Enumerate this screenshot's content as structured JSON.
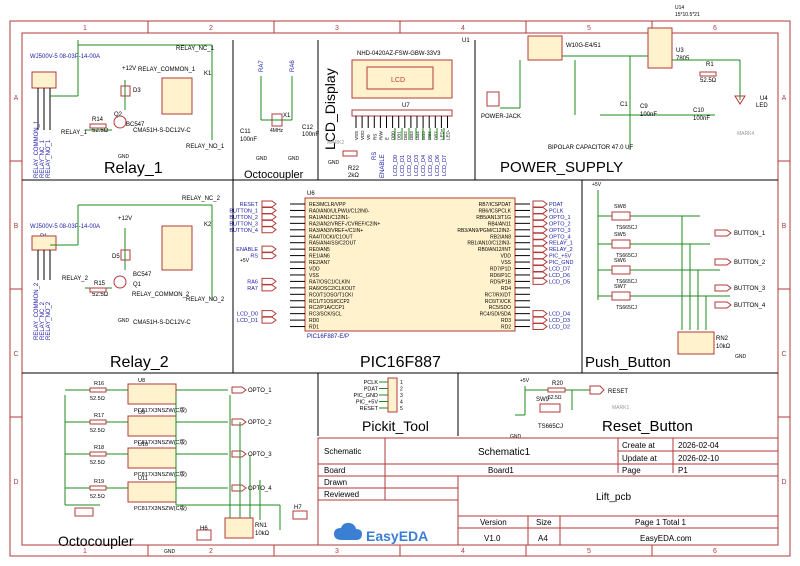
{
  "border": {
    "cols": [
      "1",
      "2",
      "3",
      "4",
      "5",
      "6"
    ],
    "rows": [
      "A",
      "B",
      "C",
      "D"
    ]
  },
  "sections": {
    "relay1": "Relay_1",
    "octocoupler_top": "Octocoupler",
    "lcd_display": "LCD_Display",
    "power_supply": "POWER_SUPPLY",
    "relay2": "Relay_2",
    "pic": "PIC16F887",
    "push_button": "Push_Button",
    "octocoupler_bottom": "Octocoupler",
    "pickit_tool": "Pickit_Tool",
    "reset_button": "Reset_Button"
  },
  "relay1": {
    "connector_ref": "P2",
    "connector_part": "WJ500V-5 08-03P-14-00A",
    "pins": [
      "RELAY_COMMON_1",
      "RELAY_NC_1",
      "RELAY_NO_1"
    ],
    "relay_nc": "RELAY_NC_1",
    "relay_common": "RELAY_COMMON_1",
    "relay_no": "RELAY_NO_1",
    "relay_ref": "K1",
    "relay_part": "CMA51H-S-DC12V-C",
    "vcc": "+12V",
    "diode": "D3",
    "transistor_ref": "Q2",
    "transistor_part": "BC547",
    "resistor_ref": "R14",
    "resistor_val": "52.5Ω",
    "net_in": "RELAY_1",
    "gnd": "GND"
  },
  "relay2": {
    "connector_ref": "P1",
    "connector_part": "WJ500V-5 08-03P-14-00A",
    "pins": [
      "RELAY_COMMON_2",
      "RELAY_NC_2",
      "RELAY_NO_2"
    ],
    "relay_nc": "RELAY_NC_2",
    "relay_common": "RELAY_COMMON_2",
    "relay_no": "RELAY_NO_2",
    "relay_ref": "K2",
    "relay_part": "CMA51H-S-DC12V-C",
    "vcc": "+12V",
    "diode": "D5",
    "transistor_ref": "Q1",
    "transistor_part": "BC547",
    "resistor_ref": "R15",
    "resistor_val": "52.5Ω",
    "net_in": "RELAY_2",
    "gnd": "GND"
  },
  "osc": {
    "ra7": "RA7",
    "ra6": "RA6",
    "c11_ref": "C11",
    "c11_val": "100nF",
    "c12_ref": "C12",
    "c12_val": "100nF",
    "x1_ref": "X1",
    "x1_val": "4MHz",
    "gnd": "GND"
  },
  "lcd": {
    "part": "NHD-0420AZ-FSW-GBW-33V3",
    "ref": "U1",
    "body": "LCD",
    "connector": "U7",
    "pins": [
      "VSS",
      "VDD",
      "V0",
      "RS",
      "R/W",
      "E",
      "DB0",
      "DB1",
      "DB2",
      "DB3",
      "DB4",
      "DB5",
      "DB6",
      "DB7",
      "LED+",
      "LED-"
    ],
    "nets": [
      "LCD_D0",
      "LCD_D1",
      "LCD_D2",
      "LCD_D3",
      "LCD_D4",
      "LCD_D5",
      "LCD_D6",
      "LCD_D7"
    ],
    "rs": "RS",
    "enable": "ENABLE",
    "pot_ref": "R22",
    "pot_val": "2kΩ",
    "marker": "MARK2",
    "gnd": "GND"
  },
  "power": {
    "u14_ref": "U14",
    "u14_val": "15*10.5*21",
    "bridge_part": "W10G-E4/51",
    "reg_ref": "U3",
    "reg_part": "7805",
    "jack_label": "POWER-JACK",
    "c1": "C1",
    "c9_ref": "C9",
    "c9_val": "100nF",
    "c10_ref": "C10",
    "c10_val": "100nF",
    "r1_ref": "R1",
    "r1_val": "52.5Ω",
    "led_ref": "U4",
    "led_part": "LED",
    "cap_note": "BIPOLAR CAPACITOR 47.0 UF",
    "marker": "MARK4",
    "gnd": "GND",
    "net": "+12V"
  },
  "pic": {
    "ref": "U6",
    "part": "PIC16F887-E/P",
    "nets_left": [
      "RESET",
      "BUTTON_1",
      "BUTTON_2",
      "BUTTON_3",
      "BUTTON_4",
      "",
      "",
      "ENABLE",
      "RS",
      "",
      "",
      "",
      "RA6",
      "RA7",
      "",
      "",
      "",
      "LCD_D0",
      "LCD_D1"
    ],
    "pins_left": [
      "RE3/MCLR/VPP",
      "RA0/AN0/ULPWU/C12IN0-",
      "RA1/AN1/C12IN1-",
      "RA2/AN2/VREF-/CVREF/C2IN+",
      "RA3/AN3/VREF+/C1IN+",
      "RA4/T0CKI/C1OUT",
      "RA5/AN4/SS/C2OUT",
      "RE0/AN5",
      "RE1/AN6",
      "RE2/AN7",
      "VDD",
      "VSS",
      "RA7/OSC1/CLKIN",
      "RA6/OSC2/CLKOUT",
      "RC0/T1OSO/T1CKI",
      "RC1/T1OSI/CCP2",
      "RC2/P1A/CCP1",
      "RC3/SCK/SCL",
      "RD0",
      "RD1"
    ],
    "pins_right": [
      "RB7/ICSPDAT",
      "RB6/ICSPCLK",
      "RB5/AN13/T1G",
      "RB4/AN11",
      "RB3/AN9/PGM/C12IN2-",
      "RB2/AN8",
      "RB1/AN10/C12IN3-",
      "RB0/AN12/INT",
      "VDD",
      "VSS",
      "RD7/P1D",
      "RD6/P1C",
      "RD5/P1B",
      "RD4",
      "RC7/RX/DT",
      "RC6/TX/CK",
      "RC5/SDO",
      "RC4/SDI/SDA",
      "RD3",
      "RD2"
    ],
    "nets_right": [
      "PDAT",
      "PCLK",
      "OPTO_1",
      "OPTO_2",
      "OPTO_3",
      "OPTO_4",
      "RELAY_1",
      "RELAY_2",
      "PIC_+5V",
      "PIC_GND",
      "LCD_D7",
      "LCD_D6",
      "LCD_D5",
      "",
      "",
      "",
      "",
      "LCD_D4",
      "LCD_D3",
      "LCD_D2"
    ],
    "vdd_net": "+5V",
    "gnd": "GND"
  },
  "push": {
    "vcc": "+5V",
    "part": "TS665CJ",
    "switches": [
      "SW8",
      "SW5",
      "SW6",
      "SW7"
    ],
    "nets": [
      "BUTTON_1",
      "BUTTON_2",
      "BUTTON_3",
      "BUTTON_4"
    ],
    "rn_ref": "RN2",
    "rn_val": "10kΩ",
    "gnd": "GND"
  },
  "opto": {
    "rows": [
      {
        "u": "U8",
        "part": "PC817X3NSZW(C版)",
        "r": "R16",
        "rv": "52.5Ω",
        "net": "OPTO_1"
      },
      {
        "u": "U9",
        "part": "PC817X3NSZW(C版)",
        "r": "R17",
        "rv": "52.5Ω",
        "net": "OPTO_2"
      },
      {
        "u": "U10",
        "part": "PC817X3NSZW(C版)",
        "r": "R18",
        "rv": "52.5Ω",
        "net": "OPTO_3"
      },
      {
        "u": "U11",
        "part": "PC817X3NSZW(C版)",
        "r": "R19",
        "rv": "52.5Ω",
        "net": "OPTO_4"
      }
    ],
    "connector_h6": "H6",
    "connector_h7": "H7",
    "rn_ref": "RN1",
    "rn_val": "10kΩ",
    "gnd": "GND"
  },
  "pickit": {
    "nets": [
      "PCLK",
      "PDAT",
      "PIC_GND",
      "PIC_+5V",
      "RESET"
    ],
    "pins": [
      "1",
      "2",
      "3",
      "4",
      "5"
    ]
  },
  "reset": {
    "vcc": "+5V",
    "r_ref": "R20",
    "r_val": "52.5Ω",
    "sw_ref": "SW9",
    "part": "TS665CJ",
    "net": "RESET",
    "marker": "MARK1",
    "gnd": "GND"
  },
  "title_block": {
    "schematic_label": "Schematic",
    "schematic_value": "Schematic1",
    "create_label": "Create at",
    "create_value": "2026-02-04",
    "update_label": "Update at",
    "update_value": "2026-02-10",
    "board_label": "Board",
    "board_value": "Board1",
    "page_label": "Page",
    "page_value": "P1",
    "drawn_label": "Drawn",
    "reviewed_label": "Reviewed",
    "project_name": "Lift_pcb",
    "version_label": "Version",
    "version_value": "V1.0",
    "size_label": "Size",
    "size_value": "A4",
    "page_total": "Page  1  Total  1",
    "site": "EasyEDA.com",
    "logo_text": "EasyEDA"
  }
}
